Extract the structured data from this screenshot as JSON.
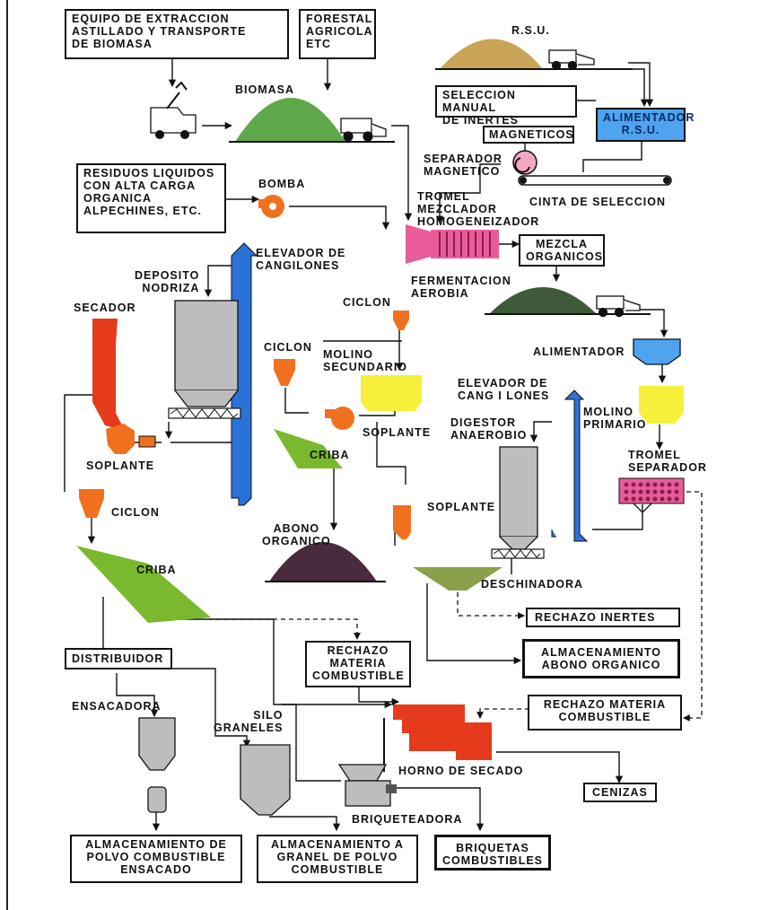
{
  "boxes": {
    "equipo": "EQUIPO DE EXTRACCION\nASTILLADO Y TRANSPORTE\nDE BIOMASA",
    "forestal": "FORESTAL\nAGRICOLA\nETC",
    "seleccion": "SELECCION MANUAL\nDE INERTES",
    "alimentador_rsu": "ALIMENTADOR\nR.S.U.",
    "magneticos": "MAGNETICOS",
    "residuos": "RESIDUOS LIQUIDOS\nCON ALTA CARGA\nORGANICA\nALPECHINES, ETC.",
    "mezcla": "MEZCLA\nORGANICOS",
    "rechazo_inertes": "RECHAZO INERTES",
    "almacen_abono": "ALMACENAMIENTO\nABONO ORGANICO",
    "rechazo_materia_1": "RECHAZO\nMATERIA\nCOMBUSTIBLE",
    "distribuidor": "DISTRIBUIDOR",
    "rechazo_materia_2": "RECHAZO MATERIA\nCOMBUSTIBLE",
    "cenizas": "CENIZAS",
    "almacen_polvo": "ALMACENAMIENTO DE\nPOLVO COMBUSTIBLE\nENSACADO",
    "almacen_granel": "ALMACENAMIENTO A\nGRANEL DE POLVO\nCOMBUSTIBLE",
    "briquetas": "BRIQUETAS\nCOMBUSTIBLES"
  },
  "labels": {
    "rsu": "R.S.U.",
    "biomasa": "BIOMASA",
    "separador_magnetico": "SEPARADOR\nMAGNETICO",
    "cinta": "CINTA DE SELECCION",
    "bomba": "BOMBA",
    "tromel_mezclador": "TROMEL\nMEZCLADOR\nHOMOGENEIZADOR",
    "elevador_1": "ELEVADOR DE\nCANGILONES",
    "deposito": "DEPOSITO\nNODRIZA",
    "fermentacion": "FERMENTACION\nAEROBIA",
    "ciclon_top": "CICLON",
    "secador": "SECADOR",
    "molino_secundario": "MOLINO\nSECUNDARIO",
    "ciclon_mid": "CICLON",
    "alimentador": "ALIMENTADOR",
    "elevador_2": "ELEVADOR DE\nCANG I LONES",
    "molino_primario": "MOLINO\nPRIMARIO",
    "soplante_mid": "SOPLANTE",
    "digestor": "DIGESTOR\nANAEROBIO",
    "soplante_left": "SOPLANTE",
    "criba_mid": "CRIBA",
    "tromel_separador": "TROMEL\nSEPARADOR",
    "ciclon_left": "CICLON",
    "soplante_right": "SOPLANTE",
    "abono": "ABONO\nORGANICO",
    "criba_left": "CRIBA",
    "deschinadora": "DESCHINADORA",
    "ensacadora": "ENSACADORA",
    "silo": "SILO\nGRANELES",
    "horno": "HORNO DE SECADO",
    "briqueteadora": "BRIQUETEADORA"
  },
  "colors": {
    "green": "#5fa84a",
    "dark_green": "#3f5a3a",
    "purple": "#4a2a3e",
    "orange": "#f07020",
    "red": "#e63a1c",
    "blue": "#2a72d8",
    "light_blue": "#4fa3ef",
    "yellow": "#f7f03a",
    "pink": "#e85c9a",
    "grey": "#bdbdbd",
    "sand": "#c9a456",
    "olive": "#8aa04a",
    "lime": "#7ab82e"
  }
}
